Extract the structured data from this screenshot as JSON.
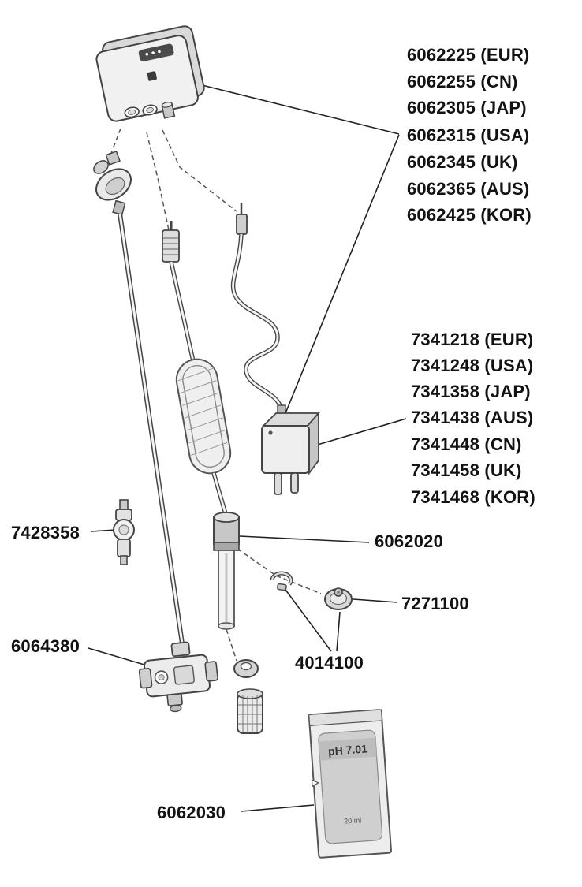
{
  "parts": {
    "controller_variants": [
      "6062225 (EUR)",
      "6062255 (CN)",
      "6062305 (JAP)",
      "6062315 (USA)",
      "6062345 (UK)",
      "6062365 (AUS)",
      "6062425 (KOR)"
    ],
    "adapter_variants": [
      "7341218 (EUR)",
      "7341248 (USA)",
      "7341358 (JAP)",
      "7341438 (AUS)",
      "7341448 (CN)",
      "7341458 (UK)",
      "7341468 (KOR)"
    ],
    "check_valve": "7428358",
    "holder": "6064380",
    "electrode": "6062020",
    "suction_cup": "7271100",
    "clips": "4014100",
    "buffer_sachet": "6062030"
  },
  "sachet": {
    "line1": "pH 7.01",
    "line2": "20 ml"
  },
  "colors": {
    "line": "#3a3a3a",
    "fill_light": "#f0f0f0",
    "fill_mid": "#d9d9d9",
    "fill_dark": "#bfbfbf"
  }
}
